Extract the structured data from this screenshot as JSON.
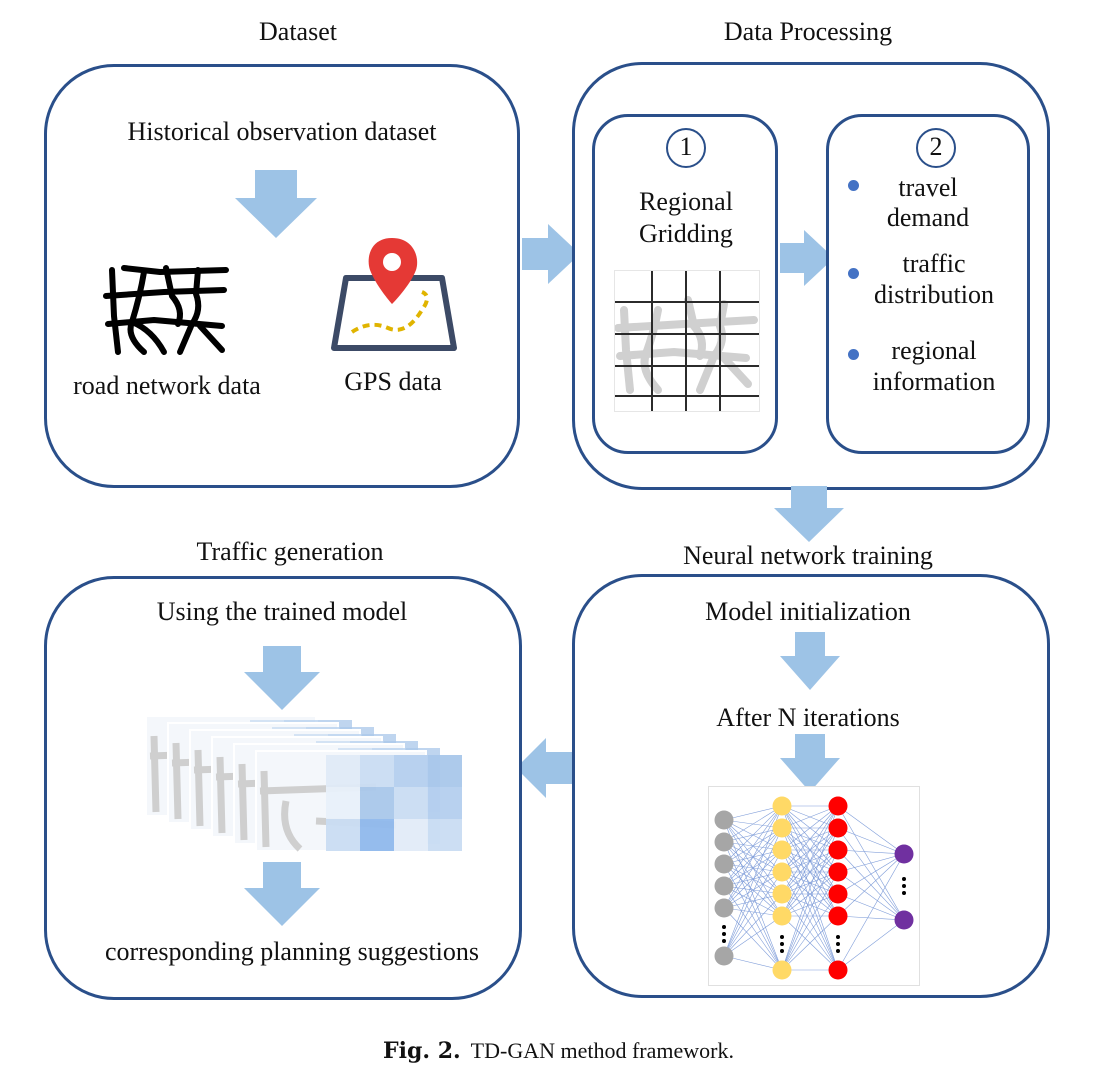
{
  "dataset": {
    "title": "Dataset",
    "heading": "Historical observation dataset",
    "road_label": "road network data",
    "gps_label": "GPS data"
  },
  "processing": {
    "title": "Data Processing",
    "step1": {
      "number": "1",
      "label_line1": "Regional",
      "label_line2": "Gridding"
    },
    "step2": {
      "number": "2",
      "items": [
        {
          "line1": "travel",
          "line2": "demand"
        },
        {
          "line1": "traffic",
          "line2": "distribution"
        },
        {
          "line1": "regional",
          "line2": "information"
        }
      ]
    }
  },
  "training": {
    "title": "Neural network training",
    "step1": "Model initialization",
    "step2": "After N iterations"
  },
  "generation": {
    "title": "Traffic generation",
    "step1": "Using the trained model",
    "step2": "corresponding planning suggestions"
  },
  "caption": {
    "label": "Fig. 2.",
    "text": "TD-GAN method framework."
  },
  "colors": {
    "panel_border": "#2a4f8a",
    "arrow": "#9dc3e6",
    "bullet": "#4472c4",
    "nn_input": "#a6a6a6",
    "nn_hidden1": "#ffd966",
    "nn_hidden2": "#ff0000",
    "nn_output": "#7030a0"
  }
}
